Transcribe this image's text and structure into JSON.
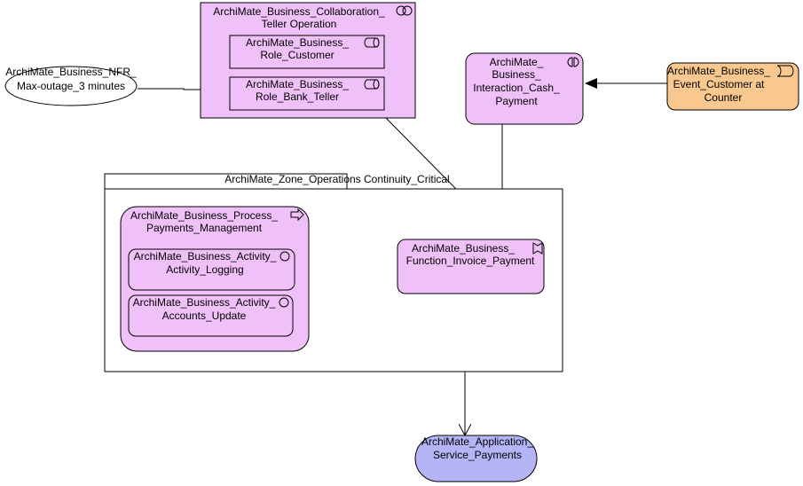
{
  "nodes": {
    "collaboration": {
      "line1": "ArchiMate_Business_Collaboration_",
      "line2": "Teller Operation",
      "icon": "collaboration-icon"
    },
    "role_customer": {
      "line1": "ArchiMate_Business_",
      "line2": "Role_Customer",
      "icon": "role-icon"
    },
    "role_teller": {
      "line1": "ArchiMate_Business_",
      "line2": "Role_Bank_Teller",
      "icon": "role-icon"
    },
    "nfr": {
      "line1": "ArchiMate_Business_NFR_",
      "line2": "Max-outage_3 minutes"
    },
    "interaction": {
      "line1": "ArchiMate_",
      "line2": "Business_",
      "line3": "Interaction_Cash_",
      "line4": "Payment",
      "icon": "interaction-icon"
    },
    "event": {
      "line1": "ArchiMate_Business_",
      "line2": "Event_Customer at",
      "line3": "Counter",
      "icon": "event-icon"
    },
    "zone": {
      "label": "ArchiMate_Zone_Operations Continuity_Critical"
    },
    "process": {
      "line1": "ArchiMate_Business_Process_",
      "line2": "Payments_Management",
      "icon": "process-icon"
    },
    "activity_logging": {
      "line1": "ArchiMate_Business_Activity_",
      "line2": "Activity_Logging",
      "icon": "activity-icon"
    },
    "accounts_update": {
      "line1": "ArchiMate_Business_Activity_",
      "line2": "Accounts_Update",
      "icon": "activity-icon"
    },
    "function": {
      "line1": "ArchiMate_Business_",
      "line2": "Function_Invoice_Payment",
      "icon": "function-icon"
    },
    "app_service": {
      "line1": "ArchiMate_Application_",
      "line2": "Service_Payments"
    }
  },
  "colors": {
    "business": "#f0c1f8",
    "event": "#f9c88f",
    "application": "#b4b4f7"
  }
}
